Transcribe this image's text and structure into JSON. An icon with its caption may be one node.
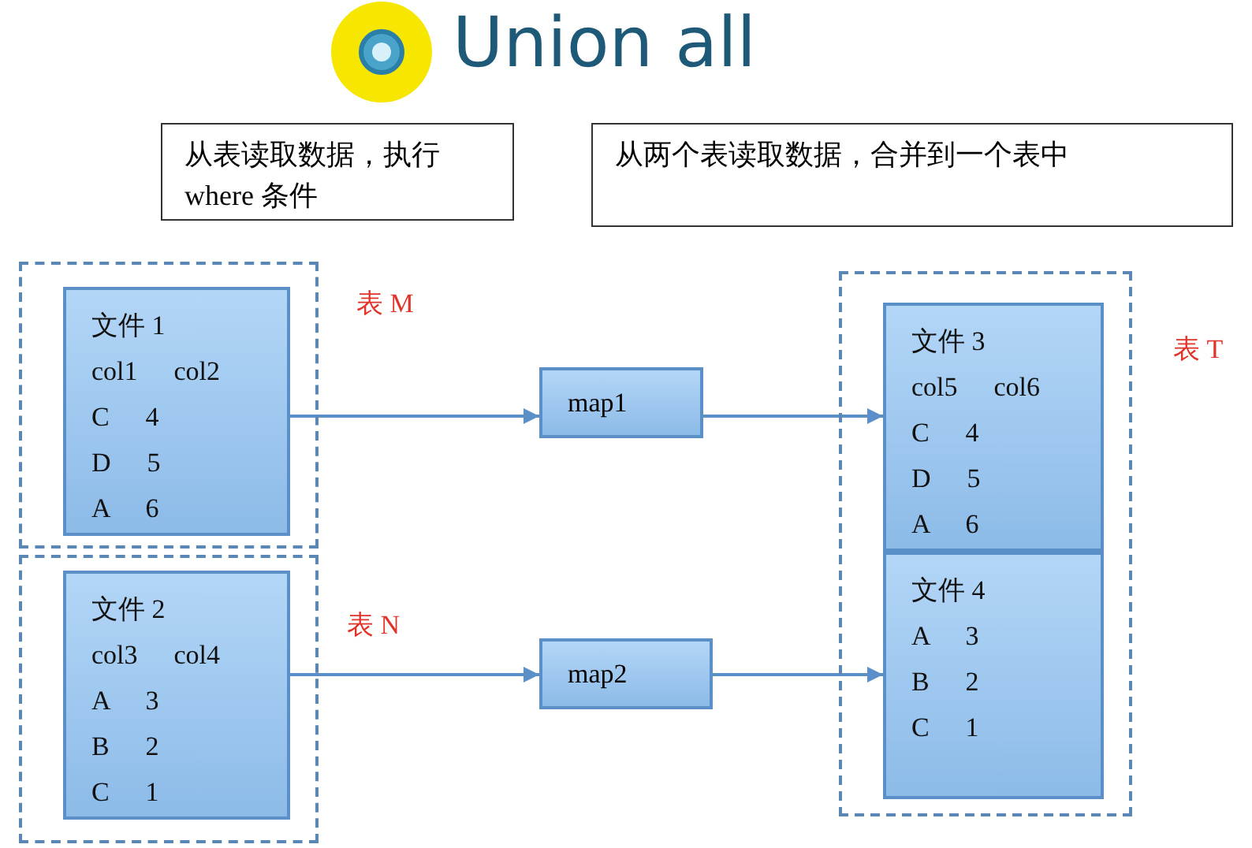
{
  "diagram": {
    "title": "Union all",
    "nodes": [
      {
        "text": [],
        "shape": "box"
      },
      {
        "text": [
          "文件 1",
          "col1 col2",
          "C 4",
          "D 5",
          "A 6"
        ],
        "in": 0
      },
      {
        "text": [],
        "shape": "box"
      },
      {
        "text": [
          "文件 2",
          "col3 col4",
          "A 3",
          "B 2",
          "C 1"
        ],
        "in": 2
      },
      {
        "text": [
          "map1"
        ]
      },
      {
        "text": [
          "map2"
        ]
      },
      {
        "text": [],
        "shape": "box"
      },
      {
        "text": [
          "文件 3",
          "col5 col6",
          "C 4",
          "D 5",
          "A 6"
        ],
        "in": 6
      },
      {
        "text": [
          "文件 4",
          "A 3",
          "B 2",
          "C 1"
        ],
        "in": 6
      },
      {
        "text": [
          "从表读取数据，执行 where 条件"
        ]
      },
      {
        "text": [
          "从两个表读取数据，合并到一个表中"
        ]
      }
    ],
    "edges": [
      {
        "from": 1,
        "to": 4,
        "arrow": "to"
      },
      {
        "from": 4,
        "to": 7,
        "arrow": "to"
      },
      {
        "from": 3,
        "to": 5,
        "arrow": "to"
      },
      {
        "from": 5,
        "to": 8,
        "arrow": "to"
      }
    ],
    "labels": [
      "表 M",
      "表 N",
      "表 T"
    ]
  }
}
